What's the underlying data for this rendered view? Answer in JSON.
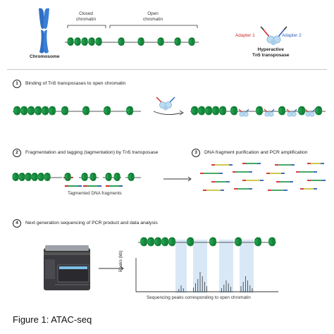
{
  "labels": {
    "chromosome": "Chromosome",
    "closed_chromatin": "Closed\nchromatin",
    "open_chromatin": "Open\nchromatin",
    "adapter1": "Adapter 1",
    "adapter2": "Adapter 2",
    "hyperactive": "Hyperactive\nTn5 transposase",
    "tagmented": "Tagmented DNA fragments",
    "peaks_axis": "Peaks (kb)",
    "peaks_caption": "Sequencing peaks corresponding to open chromatin"
  },
  "steps": [
    {
      "num": "1",
      "title": "Binding of Tn5 transposases to open chromatin"
    },
    {
      "num": "2",
      "title": "Fragmentation and tagging (tagmentation) by Tn5 transposase"
    },
    {
      "num": "3",
      "title": "DNA fragment purification and PCR amplification"
    },
    {
      "num": "4",
      "title": "Next generation sequencing of PCR product and data analysis"
    }
  ],
  "caption": "Figure 1: ATAC-seq",
  "colors": {
    "nucleosome": "#1f9e4a",
    "nucleosome_dark": "#137535",
    "chromosome": "#2f6fc4",
    "dna": "#555555",
    "adapter_red": "#d02828",
    "adapter_blue": "#2c5fb8",
    "tn5": "#a8cde8",
    "fragment_green": "#2e9e55",
    "fragment_yellow": "#c9c23a",
    "highlight": "#d9e8f6"
  }
}
